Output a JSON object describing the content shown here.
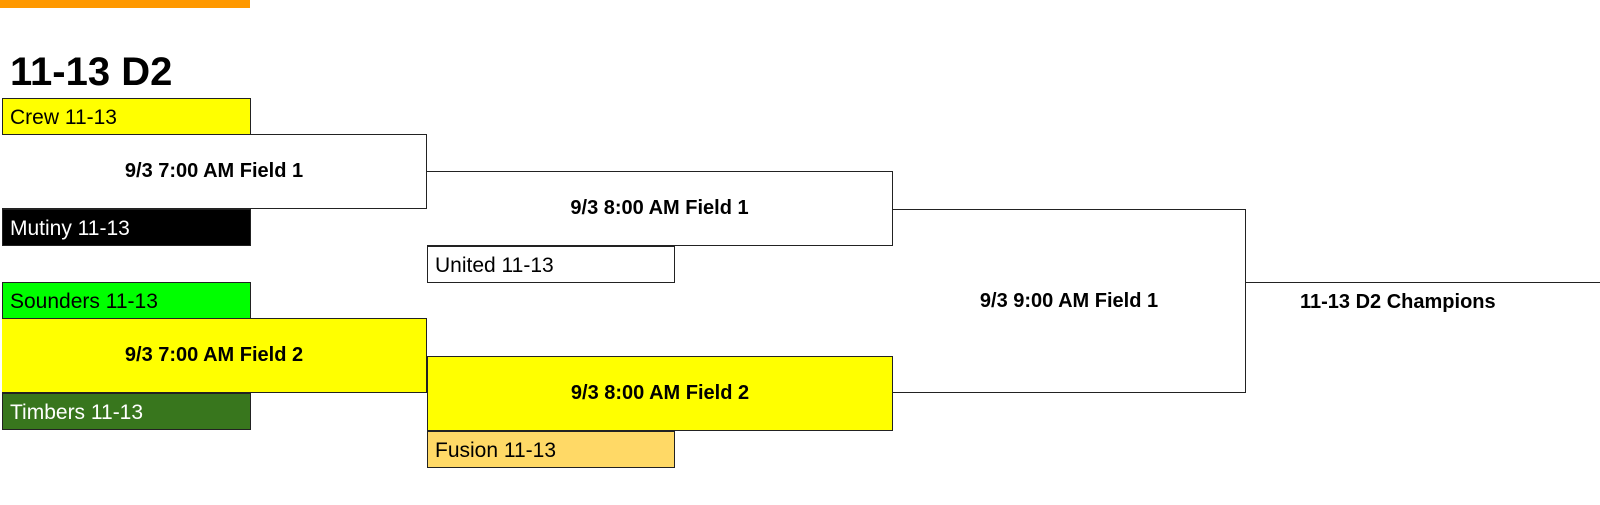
{
  "bracket": {
    "title": "11-13 D2",
    "accent_color": "#ff9900",
    "round1": [
      {
        "top": {
          "name": "Crew 11-13",
          "color": "#ffff00",
          "text": "#000000"
        },
        "label": "9/3 7:00 AM Field 1",
        "bottom": {
          "name": "Mutiny 11-13",
          "color": "#000000",
          "text": "#ffffff"
        }
      },
      {
        "top": {
          "name": "Sounders 11-13",
          "color": "#00ff00",
          "text": "#000000"
        },
        "label": "9/3 7:00 AM Field 2",
        "bottom": {
          "name": "Timbers 11-13",
          "color": "#38761d",
          "text": "#ffffff"
        }
      }
    ],
    "round2": [
      {
        "label": "9/3 8:00 AM Field 1",
        "bye": {
          "name": "United 11-13",
          "color": "#ffffff"
        }
      },
      {
        "label": "9/3 8:00 AM Field 2",
        "bye": {
          "name": "Fusion 11-13",
          "color": "#ffd966"
        }
      }
    ],
    "final": {
      "label": "9/3 9:00 AM Field 1"
    },
    "champion": {
      "label": "11-13 D2 Champions"
    }
  }
}
